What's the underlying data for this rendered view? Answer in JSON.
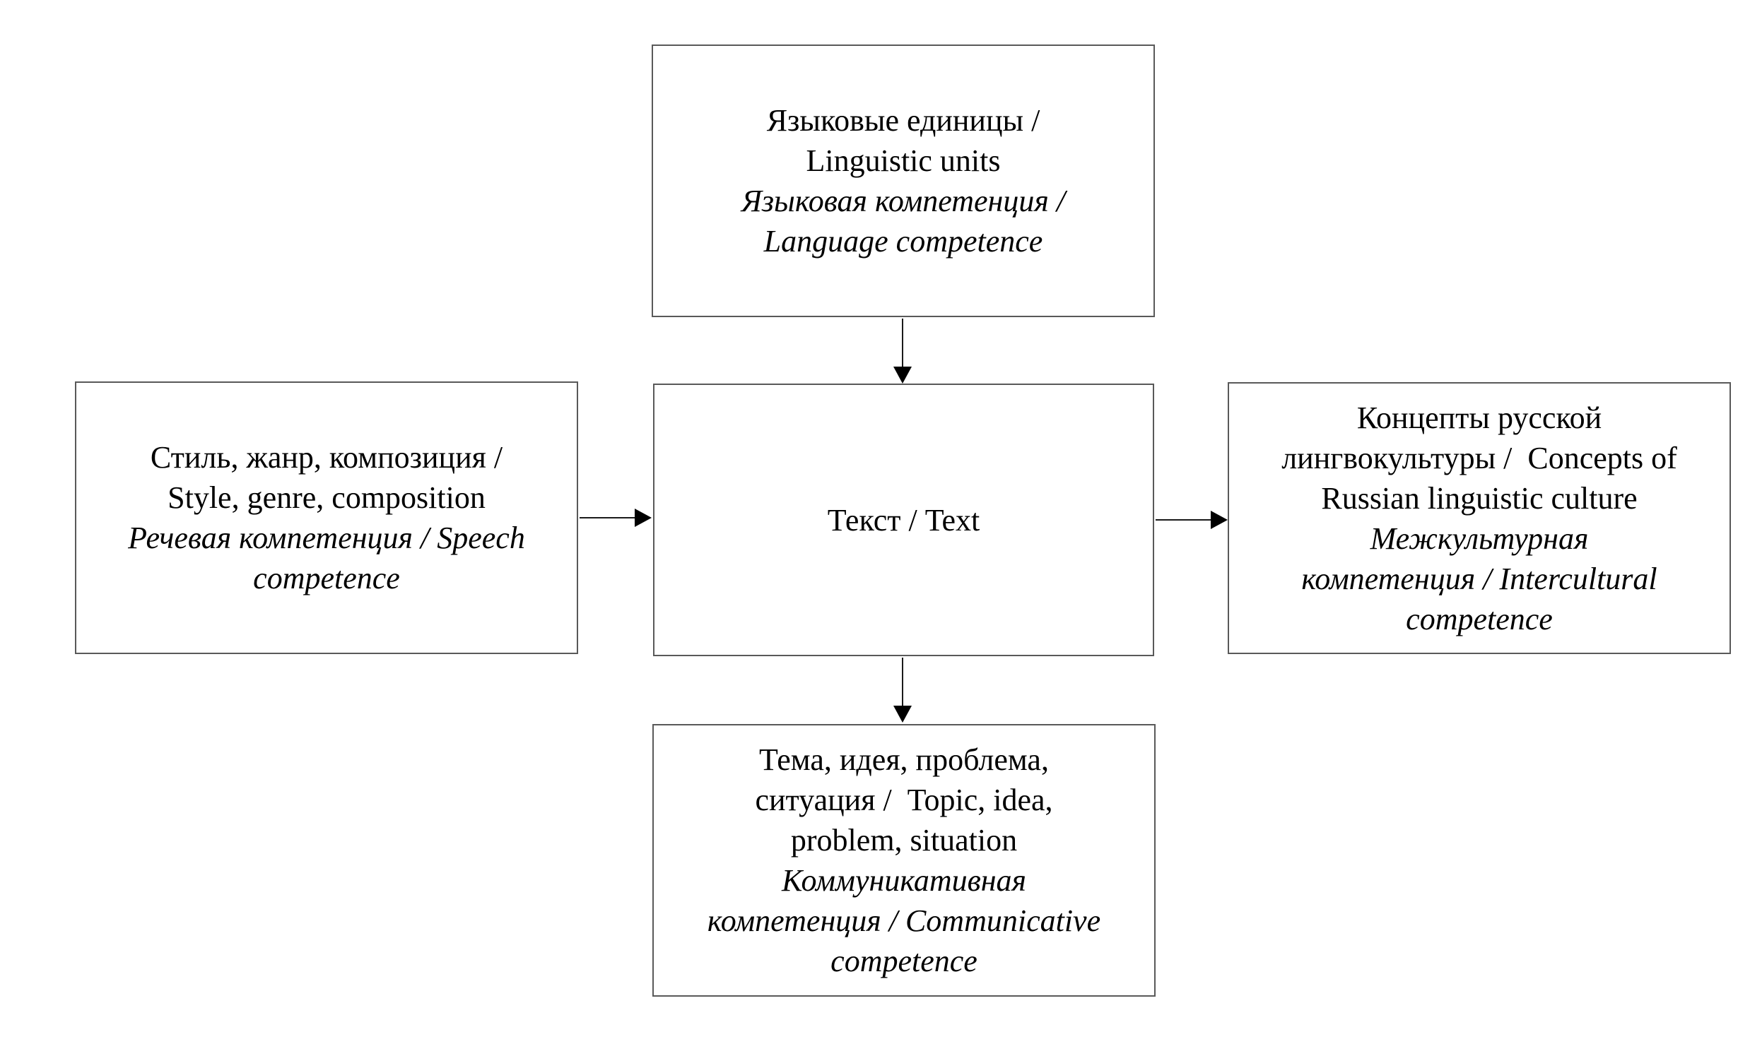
{
  "diagram": {
    "description": "Text-centered model of linguistic competences",
    "colors": {
      "background": "#ffffff",
      "box_border": "#595959",
      "arrow": "#000000",
      "text": "#000000"
    },
    "boxes": {
      "top": {
        "id": "linguistic-units",
        "lines": [
          {
            "text": "Языковые единицы /",
            "style": "regular"
          },
          {
            "text": "Linguistic units",
            "style": "regular"
          },
          {
            "text": "Языковая компетенция /",
            "style": "italic"
          },
          {
            "text": "Language competence",
            "style": "italic"
          }
        ]
      },
      "left": {
        "id": "style-genre-composition",
        "lines": [
          {
            "text": "Стиль, жанр, композиция /",
            "style": "regular"
          },
          {
            "text": "Style, genre, composition",
            "style": "regular"
          },
          {
            "text": "Речевая компетенция / Speech",
            "style": "italic"
          },
          {
            "text": "competence",
            "style": "italic"
          }
        ]
      },
      "center": {
        "id": "text",
        "lines": [
          {
            "text": "Текст / Text",
            "style": "regular"
          }
        ]
      },
      "right": {
        "id": "concepts-of-russian-linguistic-culture",
        "lines": [
          {
            "text": "Концепты русской",
            "style": "regular"
          },
          {
            "text": "лингвокультуры /  Concepts of",
            "style": "regular"
          },
          {
            "text": "Russian linguistic culture",
            "style": "regular"
          },
          {
            "text": "Межкультурная",
            "style": "italic"
          },
          {
            "text": "компетенция / Intercultural",
            "style": "italic"
          },
          {
            "text": "competence",
            "style": "italic"
          }
        ]
      },
      "bottom": {
        "id": "topic-idea-problem-situation",
        "lines": [
          {
            "text": "Тема, идея, проблема,",
            "style": "regular"
          },
          {
            "text": "ситуация /  Topic, idea,",
            "style": "regular"
          },
          {
            "text": "problem, situation",
            "style": "regular"
          },
          {
            "text": "Коммуникативная",
            "style": "italic"
          },
          {
            "text": "компетенция / Communicative",
            "style": "italic"
          },
          {
            "text": "competence",
            "style": "italic"
          }
        ]
      }
    },
    "arrows": [
      {
        "from": "linguistic-units",
        "to": "text",
        "direction": "down"
      },
      {
        "from": "style-genre-composition",
        "to": "text",
        "direction": "right"
      },
      {
        "from": "text",
        "to": "concepts-of-russian-linguistic-culture",
        "direction": "right"
      },
      {
        "from": "text",
        "to": "topic-idea-problem-situation",
        "direction": "down"
      }
    ]
  }
}
